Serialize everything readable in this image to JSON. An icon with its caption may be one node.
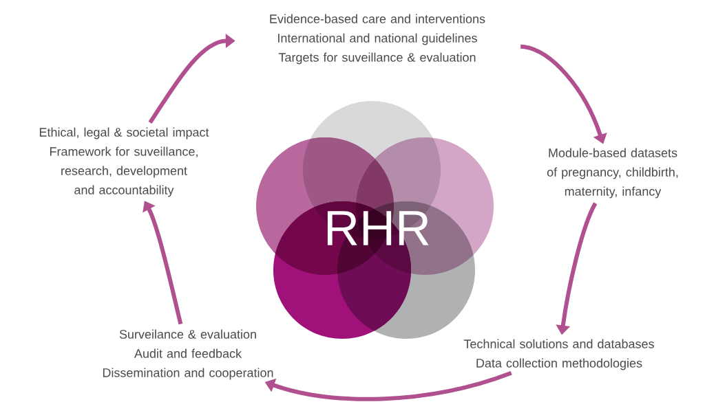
{
  "diagram": {
    "nodes": [
      {
        "text": [
          "Evidence-based care and interventions",
          "International and national guidelines",
          "Targets for suveillance & evaluation"
        ]
      },
      {
        "text": [
          "Ethical, legal & societal impact",
          "Framework for suveillance, research, development and accountability"
        ]
      },
      {
        "text": [
          "Module-based datasets of pregnancy, childbirth, maternity, infancy"
        ]
      },
      {
        "text": [
          "Surveilance & evaluation",
          "Audit and feedback",
          "Dissemination and cooperation"
        ]
      },
      {
        "text": [
          "Technical solutions and databases",
          "Data collection methodologies"
        ]
      }
    ],
    "edges": [
      {
        "from": 1,
        "to": 0,
        "arrow": "to"
      },
      {
        "from": 0,
        "to": 2,
        "arrow": "to"
      },
      {
        "from": 2,
        "to": 4,
        "arrow": "to"
      },
      {
        "from": 4,
        "to": 3,
        "arrow": "to"
      },
      {
        "from": 3,
        "to": 1,
        "arrow": "to"
      }
    ],
    "labels": [
      "RHR"
    ]
  }
}
